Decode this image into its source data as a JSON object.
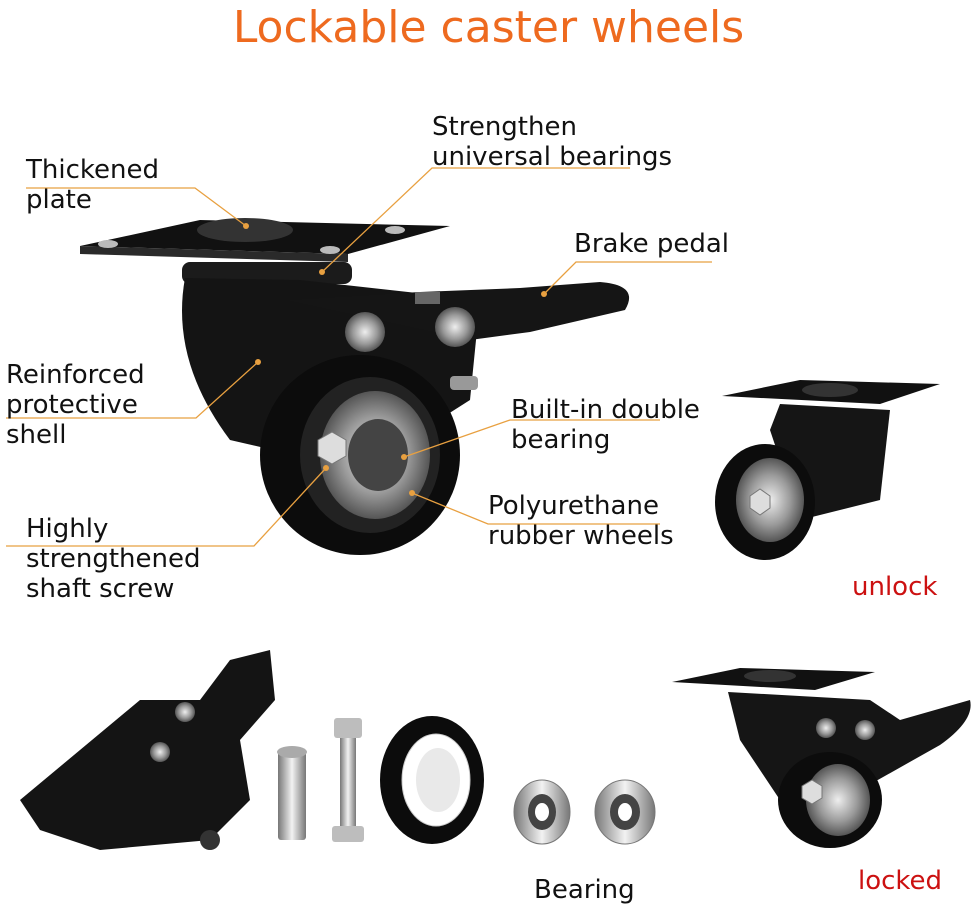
{
  "title": "Lockable caster wheels",
  "labels": {
    "thickened_plate": [
      "Thickened",
      "plate"
    ],
    "universal_bearings": [
      "Strengthen",
      "universal bearings"
    ],
    "brake_pedal": "Brake pedal",
    "protective_shell": [
      "Reinforced",
      "protective",
      "shell"
    ],
    "double_bearing": [
      "Built-in double",
      "bearing"
    ],
    "shaft_screw": [
      "Highly",
      "strengthened",
      "shaft screw"
    ],
    "rubber_wheels": [
      "Polyurethane",
      "rubber wheels"
    ],
    "bearing": "Bearing"
  },
  "states": {
    "unlock": "unlock",
    "locked": "locked"
  },
  "colors": {
    "title": "#ee6a1f",
    "state": "#cc1111",
    "leader": "#e8a040"
  }
}
